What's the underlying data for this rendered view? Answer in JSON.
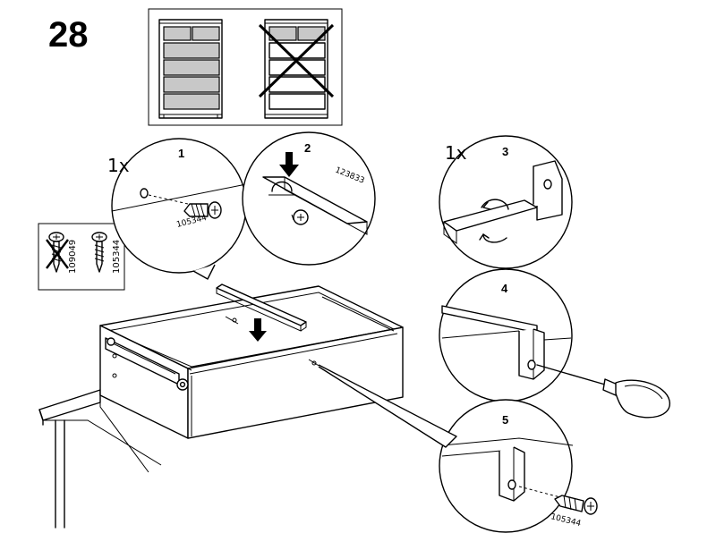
{
  "step_number": "28",
  "variants_panel": {
    "allowed_label": "",
    "crossed_label": ""
  },
  "screw_options": {
    "wrong_screw_code": "109049",
    "correct_screw_code": "105344"
  },
  "details": [
    {
      "id": "1",
      "quantity": "1x",
      "part_code": "105344"
    },
    {
      "id": "2",
      "part_code": "123833"
    },
    {
      "id": "3",
      "quantity": "1x"
    },
    {
      "id": "4"
    },
    {
      "id": "5",
      "part_code": "105344"
    }
  ]
}
